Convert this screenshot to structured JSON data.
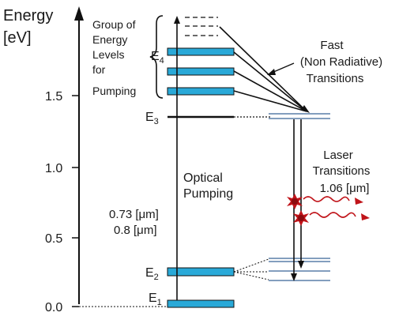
{
  "axis": {
    "title_line1": "Energy",
    "title_line2": "[eV]",
    "ticks": [
      {
        "label": "1.5",
        "value": 1.5
      },
      {
        "label": "1.0",
        "value": 1.0
      },
      {
        "label": "0.5",
        "value": 0.5
      },
      {
        "label": "0.0",
        "value": 0.0
      }
    ]
  },
  "levels": {
    "e4": {
      "letter": "E",
      "sub": "4"
    },
    "e3": {
      "letter": "E",
      "sub": "3"
    },
    "e2": {
      "letter": "E",
      "sub": "2"
    },
    "e1": {
      "letter": "E",
      "sub": "1"
    }
  },
  "group_label": [
    "Group of",
    "Energy",
    "Levels",
    "for",
    "Pumping"
  ],
  "fast_label": [
    "Fast",
    "(Non Radiative)",
    "Transitions"
  ],
  "optical_label": [
    "Optical",
    "Pumping"
  ],
  "pump_wavelengths": [
    "0.73 [μm]",
    "0.8 [μm]"
  ],
  "laser_label": [
    "Laser",
    "Transitions",
    "1.06 [μm]"
  ],
  "colors": {
    "band": "#29a9d8",
    "band_edge": "#111111",
    "axis": "#111111",
    "photon": "#c0141a",
    "line_blue": "#5a7ea8"
  }
}
